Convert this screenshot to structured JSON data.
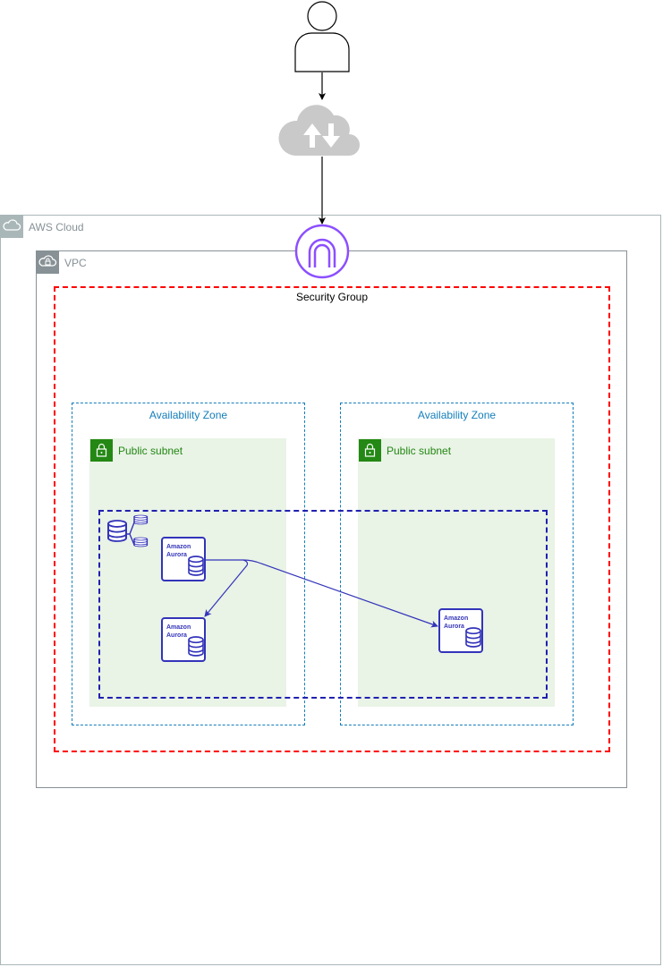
{
  "aws_cloud": {
    "label": "AWS Cloud"
  },
  "vpc": {
    "label": "VPC"
  },
  "security_group": {
    "label": "Security Group"
  },
  "availability_zones": [
    {
      "label": "Availability Zone",
      "subnet_label": "Public subnet"
    },
    {
      "label": "Availability Zone",
      "subnet_label": "Public subnet"
    }
  ],
  "aurora_instances": [
    {
      "line1": "Amazon",
      "line2": "Aurora"
    },
    {
      "line1": "Amazon",
      "line2": "Aurora"
    },
    {
      "line1": "Amazon",
      "line2": "Aurora"
    }
  ],
  "colors": {
    "aws_cloud_border": "#aab7b8",
    "vpc_border": "#879196",
    "security_group_border": "#ff0000",
    "availability_zone_border": "#147eba",
    "subnet_fill": "#e9f3e6",
    "subnet_label": "#248814",
    "cluster_border": "#2020b0",
    "aurora_icon": "#3334b9",
    "internet_gateway": "#8c4fff",
    "internet_cloud": "#c9c9c9"
  },
  "icons": {
    "user": "user-icon",
    "internet": "internet-cloud-icon",
    "gateway": "internet-gateway-icon",
    "cluster": "aurora-cluster-icon",
    "database": "aurora-instance-icon",
    "aws_cloud": "aws-cloud-icon",
    "vpc": "vpc-cloud-lock-icon",
    "subnet": "lock-icon"
  }
}
